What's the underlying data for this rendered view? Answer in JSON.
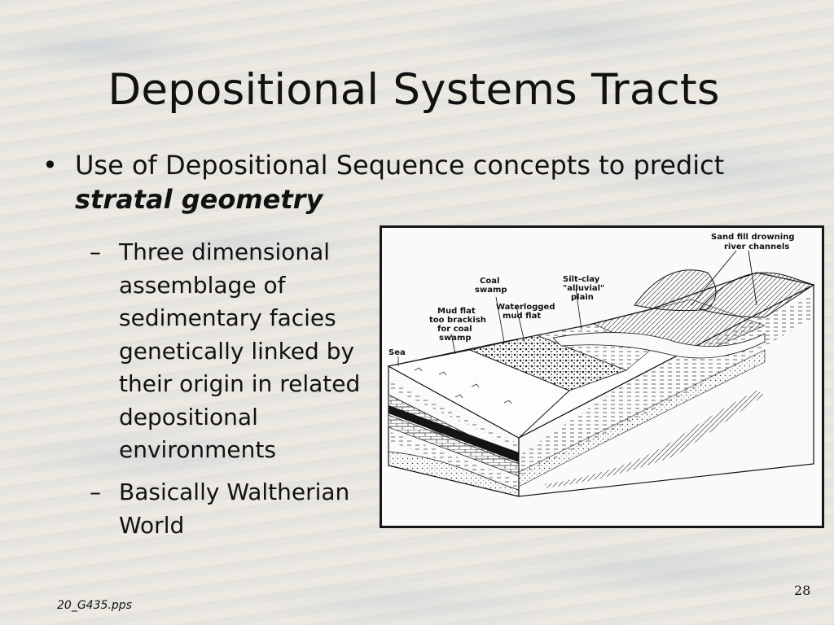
{
  "slide": {
    "title": "Depositional Systems Tracts",
    "bullet": {
      "text": "Use of Depositional Sequence concepts to predict",
      "emphasis": "stratal geometry"
    },
    "sub_bullets": [
      "Three dimensional assemblage of sedimentary facies genetically linked by their origin in related depositional environments",
      "Basically Waltherian World"
    ],
    "footer": "20_G435.pps",
    "page_number": "28"
  },
  "figure": {
    "labels": {
      "sand_fill": "Sand fill drowning",
      "river_channels": "river channels",
      "coal": "Coal",
      "swamp": "swamp",
      "silt_clay": "Silt-clay",
      "alluvial": "\"alluvial\"",
      "plain": "plain",
      "waterlogged": "Waterlogged",
      "mud_flat": "mud flat",
      "mud_flat_title": "Mud flat",
      "too_brackish": "too brackish",
      "for_coal": "for coal",
      "swamp2": "swamp",
      "sea": "Sea"
    }
  }
}
